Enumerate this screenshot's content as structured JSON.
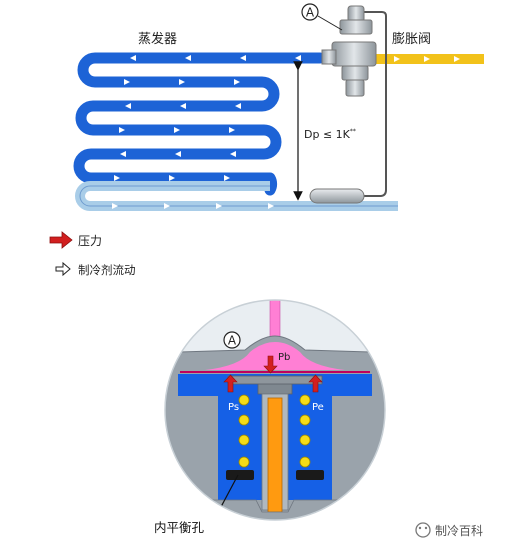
{
  "top_diagram": {
    "evaporator_label": "蒸发器",
    "valve_label": "膨胀阀",
    "marker_a": "A",
    "pressure_drop_label": "Dp ≤ 1K",
    "pressure_drop_sup": "**",
    "colors": {
      "evaporator_tube": "#1d63d6",
      "superheat_tube": "#a9cde8",
      "liquid_line": "#f2c21a",
      "valve_body": "#b9bfc4",
      "pressure_arrow": "#d21f1f"
    }
  },
  "legend": {
    "pressure": {
      "icon": "red-filled-arrow-icon",
      "label": "压力"
    },
    "flow": {
      "icon": "outline-arrow-icon",
      "label": "制冷剂流动"
    }
  },
  "bottom_diagram": {
    "marker_a": "A",
    "pb_label": "Pb",
    "ps_label": "Ps",
    "pe_label": "Pe",
    "callout_label": "内平衡孔",
    "colors": {
      "diaphragm_chamber": "#ff7fd4",
      "refrigerant": "#1560e6",
      "spring_coil": "#f5dc18",
      "pushrod": "#ff9a10",
      "housing": "#9aa3ab"
    }
  },
  "watermark": {
    "icon": "wechat-channel-icon",
    "text": "制冷百科"
  }
}
